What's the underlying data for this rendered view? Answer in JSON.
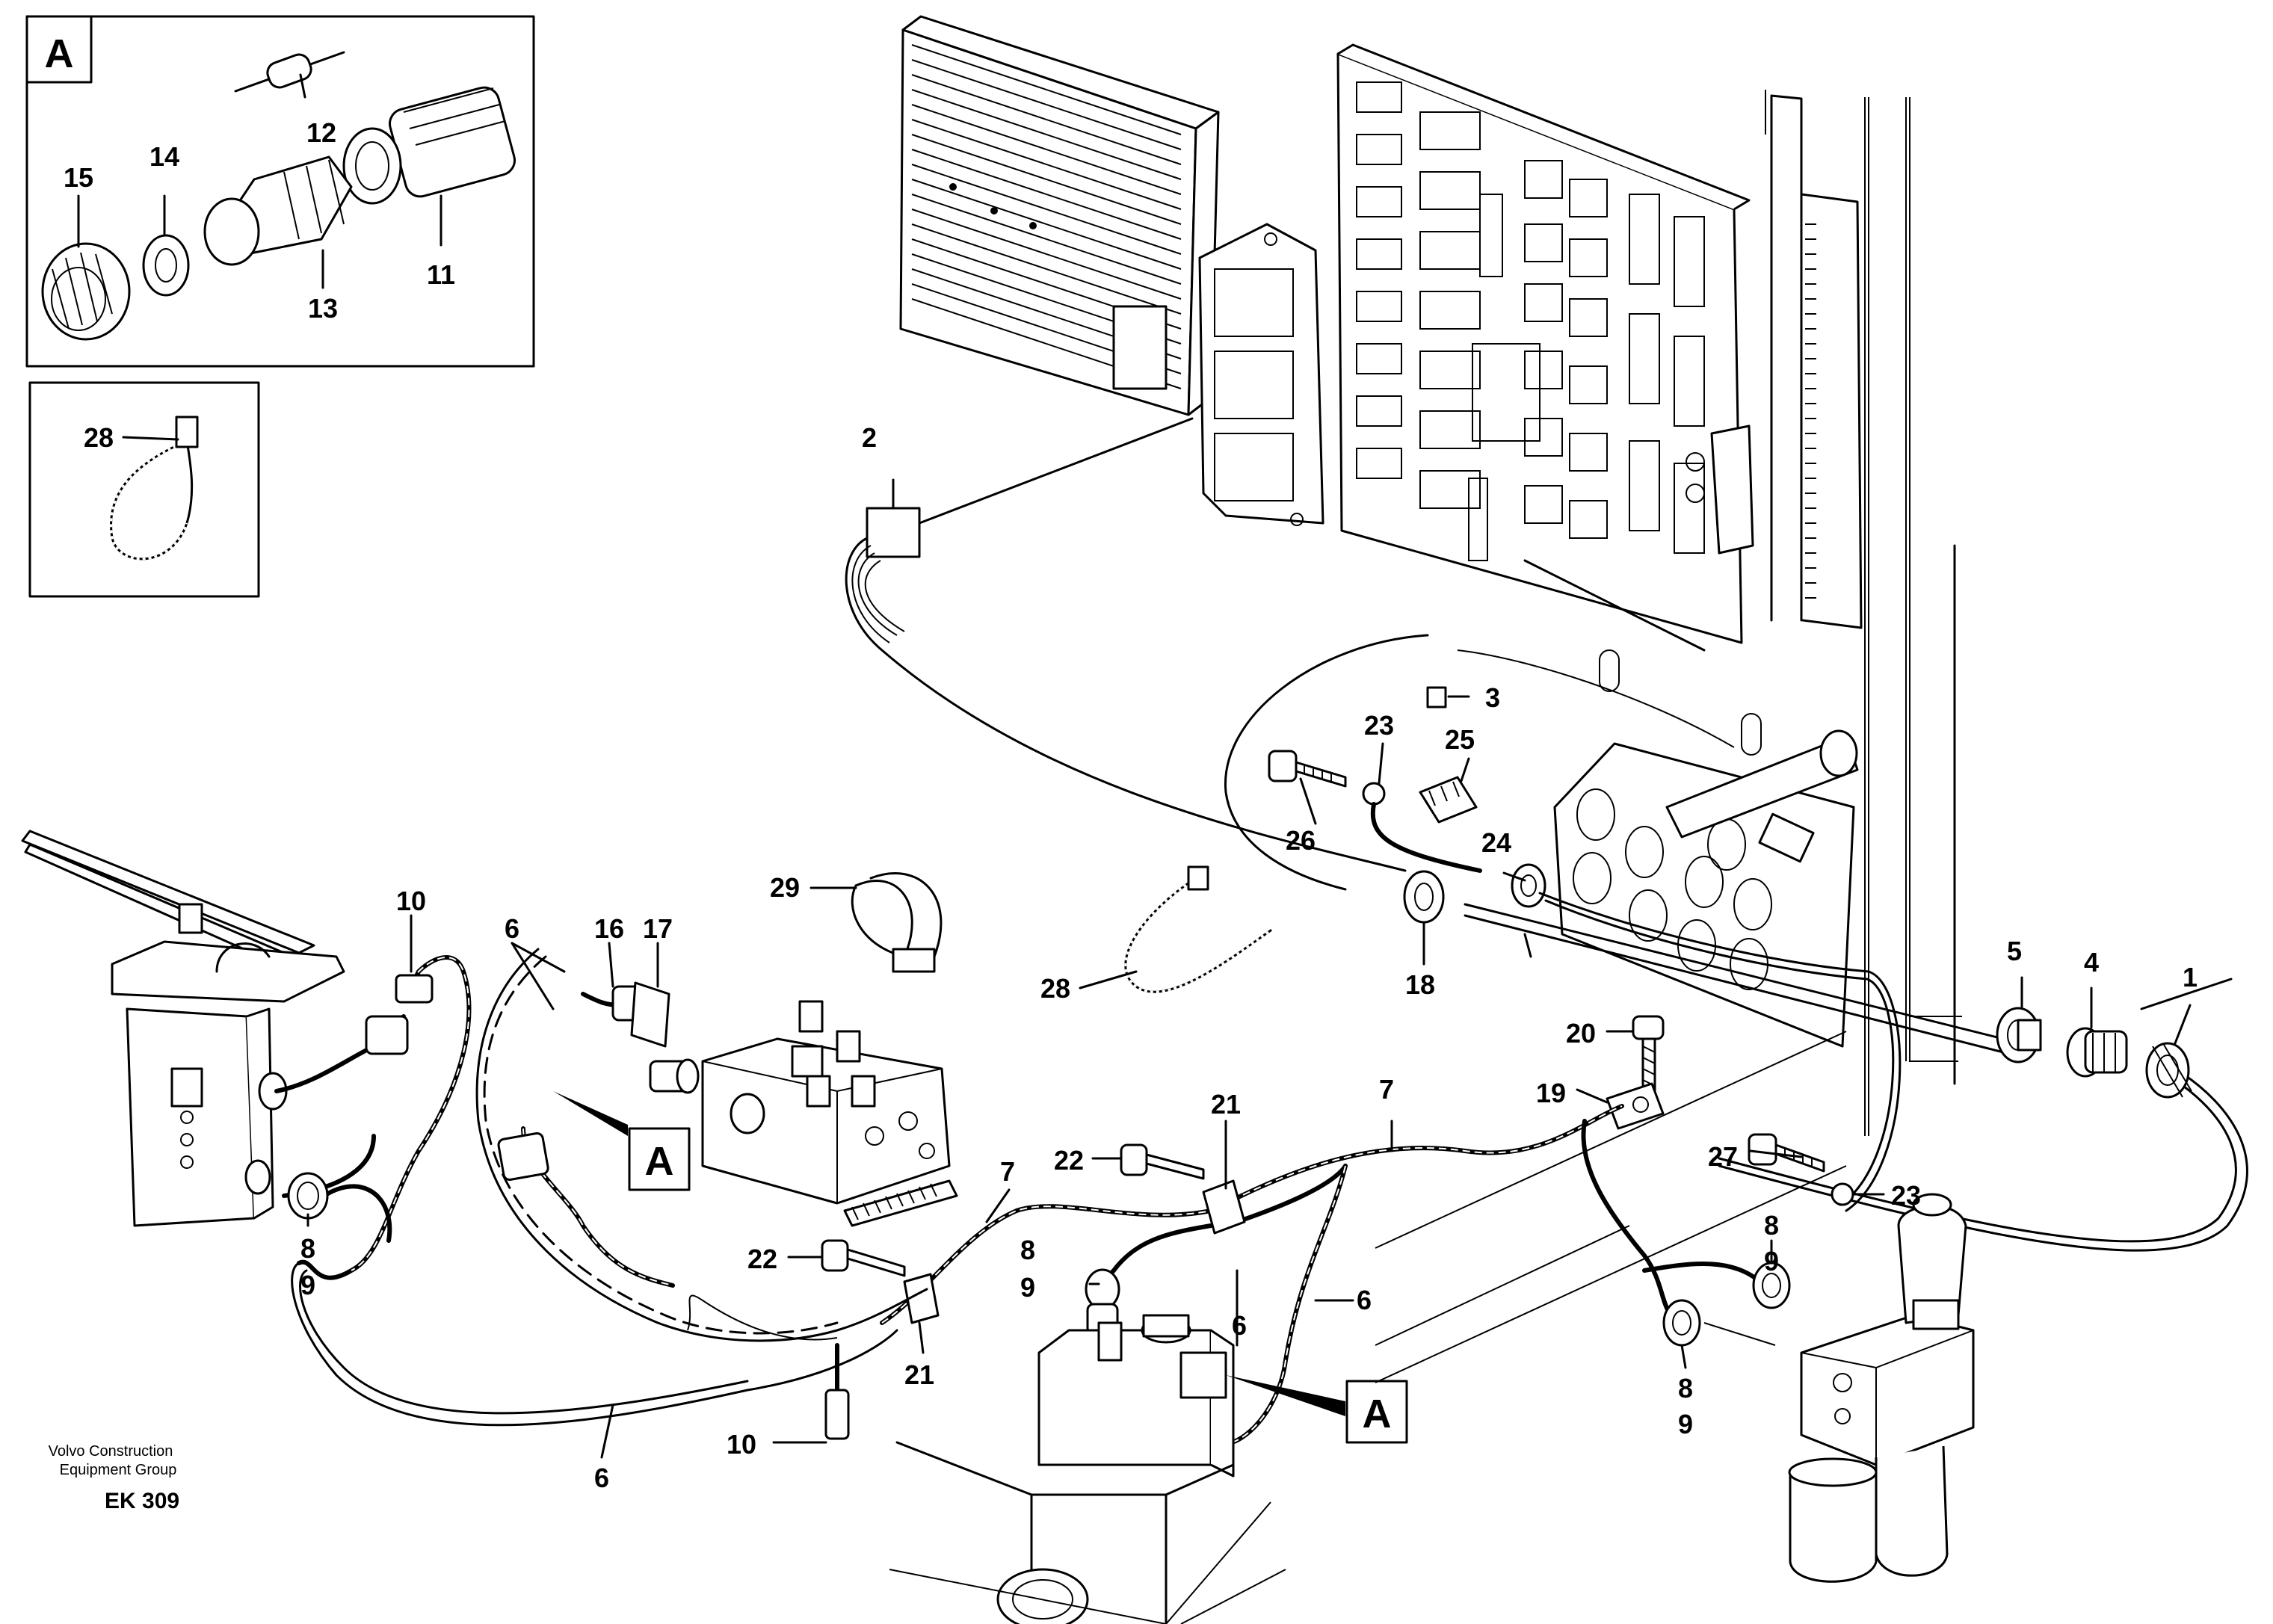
{
  "inset_a": {
    "letter": "A",
    "labels": [
      "12",
      "15",
      "14",
      "11",
      "13"
    ]
  },
  "inset_tie": {
    "labels": [
      "28"
    ]
  },
  "part_labels": {
    "p1": "1",
    "p2": "2",
    "p3": "3",
    "p4": "4",
    "p5": "5",
    "p6a": "6",
    "p6b": "6",
    "p6c": "6",
    "p6d": "6",
    "p7a": "7",
    "p7b": "7",
    "p8a": "8",
    "p8b": "8",
    "p8c": "8",
    "p8d": "8",
    "p9a": "9",
    "p9b": "9",
    "p9c": "9",
    "p9d": "9",
    "p10a": "10",
    "p10b": "10",
    "p16": "16",
    "p17": "17",
    "p18": "18",
    "p19": "19",
    "p20": "20",
    "p21a": "21",
    "p21b": "21",
    "p22a": "22",
    "p22b": "22",
    "p23a": "23",
    "p23b": "23",
    "p24": "24",
    "p25": "25",
    "p26": "26",
    "p27": "27",
    "p28": "28",
    "p29": "29"
  },
  "callouts": [
    "A",
    "A"
  ],
  "credit": {
    "line1": "Volvo Construction",
    "line2": "Equipment Group",
    "code": "EK 309"
  }
}
